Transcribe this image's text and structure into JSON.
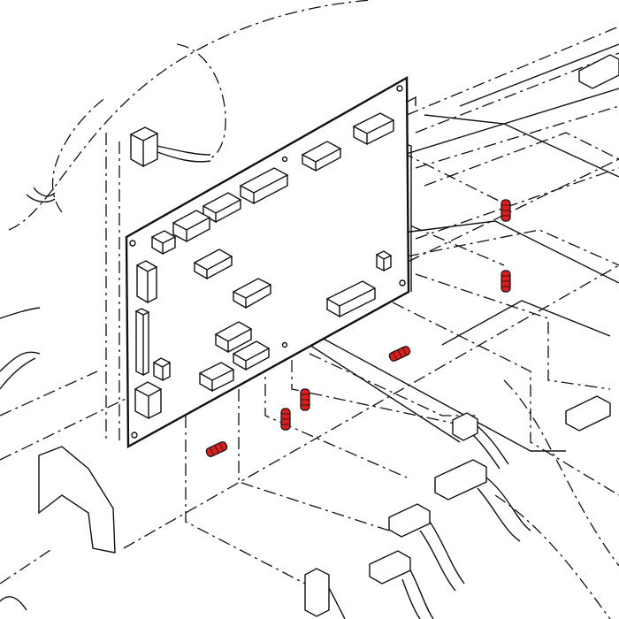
{
  "diagram": {
    "type": "exploded-parts-view",
    "colors": {
      "line": "#111111",
      "highlight": "#d81e1e",
      "background": "#ffffff"
    },
    "highlighted_parts": [
      {
        "name": "standoff-1"
      },
      {
        "name": "standoff-2"
      },
      {
        "name": "standoff-3"
      },
      {
        "name": "standoff-4"
      },
      {
        "name": "standoff-5"
      },
      {
        "name": "standoff-6"
      }
    ]
  }
}
